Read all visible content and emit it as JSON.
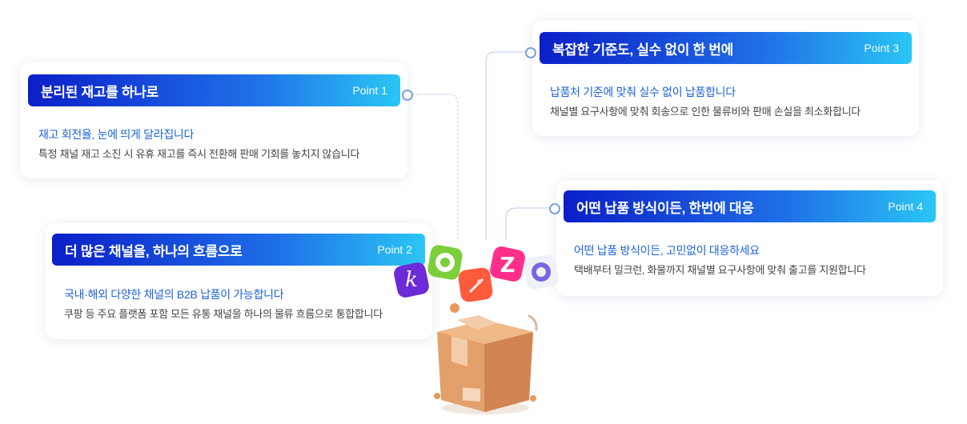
{
  "points": [
    {
      "title": "분리된 재고를 하나로",
      "point": "Point 1",
      "subtitle": "재고 회전율, 눈에 띄게 달라집니다",
      "desc": "특정 채널 재고 소진 시 유휴 재고를 즉시 전환해 판매 기회를 놓치지 않습니다"
    },
    {
      "title": "더 많은 채널을, 하나의 흐름으로",
      "point": "Point 2",
      "subtitle": "국내·해외 다양한 채널의 B2B 납품이 가능합니다",
      "desc": "쿠팡 등 주요 플랫폼 포함 모든 유통 채널을 하나의 물류 흐름으로 통합합니다"
    },
    {
      "title": "복잡한 기준도, 실수 없이 한 번에",
      "point": "Point 3",
      "subtitle": "납품처 기준에 맞춰 실수 없이 납품합니다",
      "desc": "채널별 요구사항에 맞춰 회송으로 인한 물류비와 판매 손실을 최소화합니다"
    },
    {
      "title": "어떤 납품 방식이든, 한번에 대응",
      "point": "Point 4",
      "subtitle": "어떤 납품 방식이든, 고민없이 대응하세요",
      "desc": "택배부터 밀크런, 화물까지 채널별 요구사항에 맞춰 출고를 지원합니다"
    }
  ],
  "logo_letters": [
    "k",
    "o",
    "rocket",
    "z",
    "o"
  ],
  "colors": {
    "head_start": "#0b1fc8",
    "head_end": "#2ac6f4",
    "subtitle": "#1c63d8",
    "line": "#b9cbe8"
  }
}
